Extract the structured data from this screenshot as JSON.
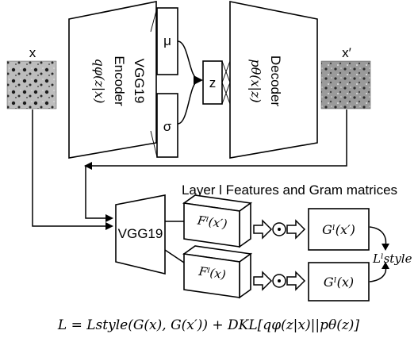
{
  "vae": {
    "input_label": "x",
    "output_label": "x′",
    "encoder": {
      "line1": "VGG19",
      "line2": "Encoder",
      "line3": "qφ(z|x)"
    },
    "mu_label": "μ",
    "sigma_label": "σ",
    "z_label": "z",
    "decoder": {
      "line1": "Decoder",
      "line2": "pθ(x|z)"
    }
  },
  "style_branch": {
    "heading": "Layer l Features and Gram matrices",
    "vgg_label": "VGG19",
    "feature_top": "Fˡ(x′)",
    "feature_bottom": "Fˡ(x)",
    "gram_top": "Gˡ(x′)",
    "gram_bottom": "Gˡ(x)",
    "style_loss": "Lˡstyle"
  },
  "formula": "L = Lstyle(G(x), G(x′)) + DKL[qφ(z|x)||pθ(z)]"
}
